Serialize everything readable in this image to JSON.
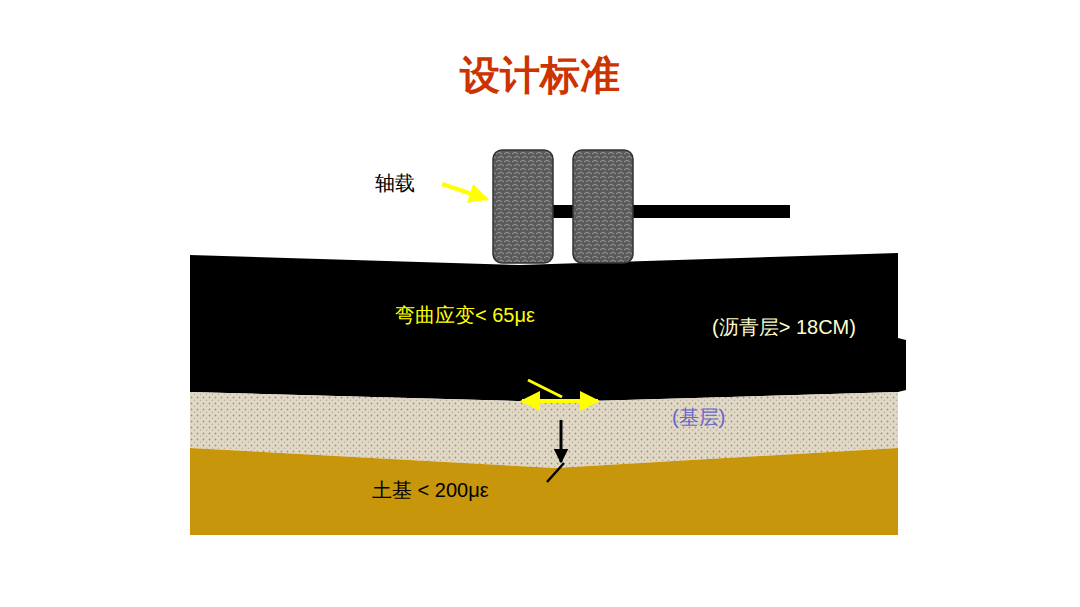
{
  "diagram": {
    "title": "设计标准",
    "nodes": [
      {
        "text": [
          "弯曲应变< 65με",
          "(沥青层> 18CM)"
        ]
      },
      {
        "text": [
          "(基层)"
        ]
      },
      {
        "text": [
          "土基 < 200με"
        ]
      }
    ],
    "labels": [
      "轴载"
    ]
  }
}
